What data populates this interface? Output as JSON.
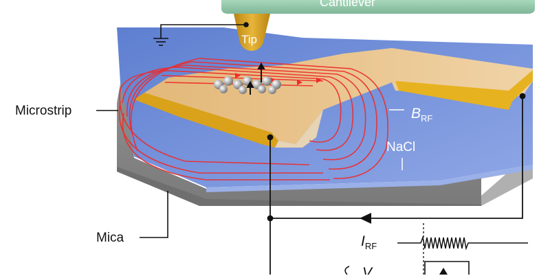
{
  "labels": {
    "cantilever": "Cantilever",
    "tip": "Tip",
    "microstrip": "Microstrip",
    "mica": "Mica",
    "nacl": "NaCl",
    "b_rf_main": "B",
    "b_rf_sub": "RF",
    "i_rf_main": "I",
    "i_rf_sub": "RF",
    "v_main": "V"
  },
  "colors": {
    "cantilever": "#8ec9a8",
    "nacl": "#6f8fd6",
    "microstrip": "#e9c48a",
    "microstrip_edge": "#d9a21a",
    "mica_front": "#8a8a8a",
    "mica_side": "#a3a3a3",
    "field_lines": "#ee2b2b",
    "tip": "#d9a21a"
  },
  "icons": [
    "ground-icon",
    "arrow-left-icon",
    "up-arrow-icon",
    "rf-pulse-icon",
    "spin-arrow-icon"
  ]
}
